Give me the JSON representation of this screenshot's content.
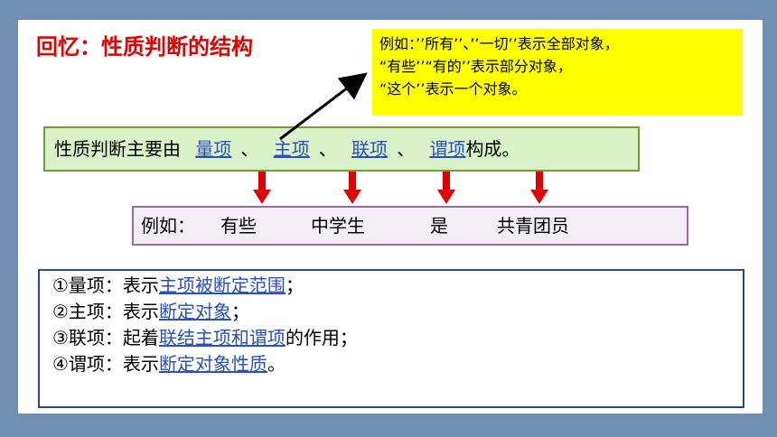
{
  "title": "回忆：性质判断的结构",
  "note": {
    "line1": "例如：’’所有’’、’’一切’’表示全部对象，",
    "line2": "“有些’’“有的’’表示部分对象，",
    "line3": "“这个’’表示一个对象。"
  },
  "structure": {
    "prefix": "性质判断主要由",
    "terms": [
      "量项",
      "主项",
      "联项",
      "谓项"
    ],
    "sep": "、",
    "suffix": "构成。"
  },
  "example": {
    "label": "例如：",
    "words": [
      "有些",
      "中学生",
      "是",
      "共青团员"
    ]
  },
  "definitions": [
    {
      "prefix": "①量项：表示",
      "link": "主项被断定范围",
      "suffix": "；"
    },
    {
      "prefix": "②主项：表示",
      "link": "断定对象",
      "suffix": "；"
    },
    {
      "prefix": "③联项：起着",
      "link": "联结主项和谓项",
      "suffix": "的作用；"
    },
    {
      "prefix": "④谓项：表示",
      "link": "断定对象性质",
      "suffix": "。"
    }
  ],
  "colors": {
    "title": "#e00000",
    "note_bg": "#ffff00",
    "term": "#2a4fc0",
    "arrow_red": "#e00000"
  }
}
